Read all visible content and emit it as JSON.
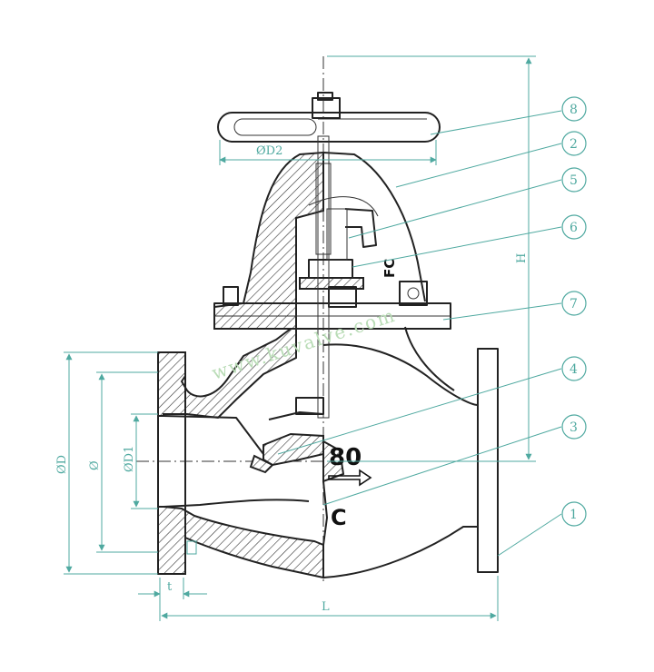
{
  "callouts": [
    "8",
    "2",
    "5",
    "6",
    "7",
    "4",
    "3",
    "1"
  ],
  "dimensions": {
    "handwheel_diameter": "ØD2",
    "flange_outer": "ØD",
    "bolt_circle": "Ø",
    "raised_face": "ØD1",
    "flange_thickness": "t",
    "height": "H",
    "length": "L"
  },
  "body_markings": {
    "fc": "FC",
    "size": "80",
    "class": "C"
  },
  "watermark": "www.kuvalve.com"
}
